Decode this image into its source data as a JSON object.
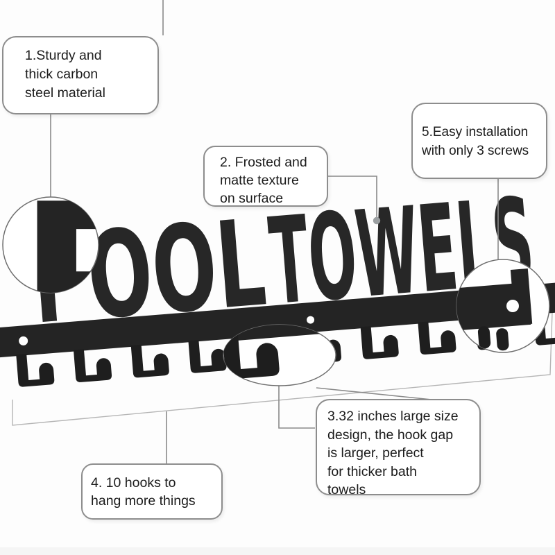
{
  "canvas": {
    "background": "#fdfdfd",
    "product_color": "#242424",
    "hook_color": "#1e1e1e",
    "outline_gray": "#8a8a8a",
    "wall_edge_gray": "#b5b5b5",
    "screw_dot_color": "#9b9fa1"
  },
  "sign": {
    "word1": "POOL",
    "word2": "TOWELS",
    "magnified_letter": "P",
    "hook_count_shown": 10,
    "screw_hole_count": 3
  },
  "callouts": {
    "c1": {
      "lines": [
        "1.Sturdy and",
        "thick carbon",
        "steel material"
      ]
    },
    "c2": {
      "lines": [
        "2. Frosted and",
        "matte texture",
        "on surface"
      ]
    },
    "c3": {
      "lines": [
        "3.32 inches large size",
        "design, the hook gap",
        "is larger, perfect",
        "for thicker bath",
        "towels"
      ]
    },
    "c4": {
      "lines": [
        "4. 10 hooks to",
        "hang more things"
      ]
    },
    "c5": {
      "lines": [
        "5.Easy installation",
        "with only 3 screws"
      ]
    }
  }
}
